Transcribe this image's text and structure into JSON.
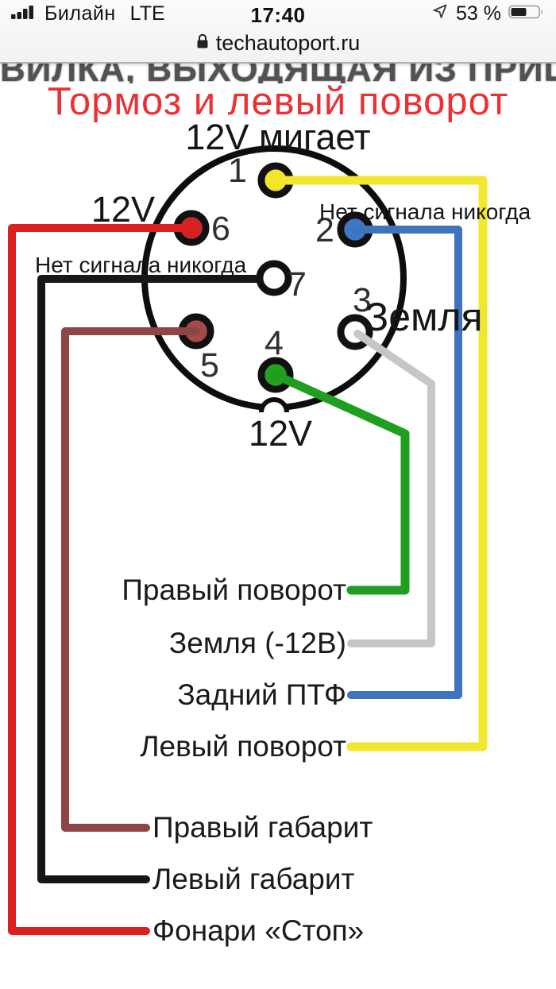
{
  "status_bar": {
    "carrier": "Билайн",
    "network": "LTE",
    "time": "17:40",
    "battery_percent": "53 %",
    "battery_level": 0.53,
    "signal_icon": "signal-bars-icon",
    "location_icon": "location-arrow-icon",
    "battery_icon": "battery-icon"
  },
  "url_bar": {
    "lock_icon": "lock-icon",
    "domain": "techautoport.ru"
  },
  "heading": {
    "clipped_title": "ВИЛКА, ВЫХОДЯЩАЯ ИЗ ПРИЦЕПА",
    "title": "Тормоз и левый поворот",
    "title_color": "#ea3236"
  },
  "connector": {
    "description": "7-pin trailer plug, view of plug coming from trailer",
    "outline_color": "#0d0d0d",
    "pins": {
      "p1": {
        "number": "1",
        "label": "12V мигает",
        "color": "#f2e426"
      },
      "p2": {
        "number": "2",
        "label": "Нет сигнала никогда",
        "color": "#3f76c8"
      },
      "p3": {
        "number": "3",
        "label": "Земля",
        "color": "#ffffff"
      },
      "p4": {
        "number": "4",
        "label": "12V",
        "color": "#1fa41f"
      },
      "p5": {
        "number": "5",
        "color": "#a64848"
      },
      "p6": {
        "number": "6",
        "label": "12V",
        "color": "#d42222"
      },
      "p7": {
        "number": "7",
        "label": "Нет сигнала никогда",
        "color": "#ffffff"
      }
    }
  },
  "wires": {
    "yellow": {
      "color": "#f2e72e",
      "pin": "1",
      "label": "Левый поворот"
    },
    "blue": {
      "color": "#3d74bd",
      "pin": "2",
      "label": "Задний ПТФ"
    },
    "gray": {
      "color": "#c6c6c6",
      "pin": "3",
      "label": "Земля (-12В)"
    },
    "green": {
      "color": "#1f9e1f",
      "pin": "4",
      "label": "Правый поворот"
    },
    "brown": {
      "color": "#8d4545",
      "pin": "5",
      "label": "Правый габарит"
    },
    "red": {
      "color": "#dd1f1f",
      "pin": "6",
      "label": "Фонари «Стоп»"
    },
    "black": {
      "color": "#161616",
      "pin": "7",
      "label": "Левый габарит"
    }
  }
}
